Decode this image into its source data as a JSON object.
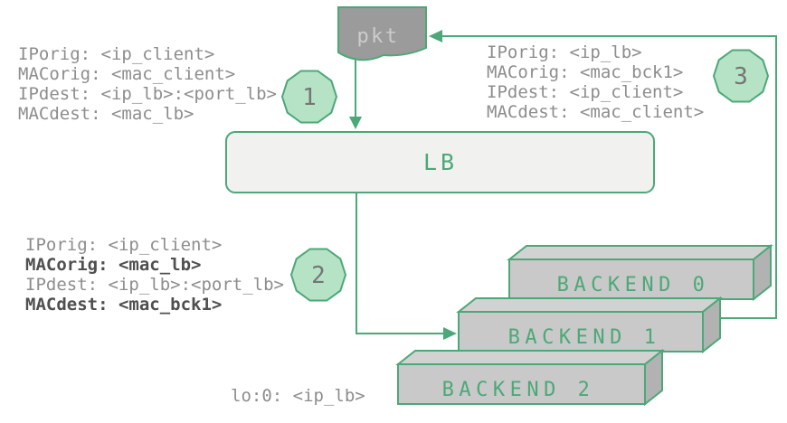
{
  "pkt": {
    "label": "pkt"
  },
  "lb": {
    "label": "LB"
  },
  "badges": {
    "step1": "1",
    "step2": "2",
    "step3": "3"
  },
  "blocks": {
    "step1": {
      "line1": "IPorig: <ip_client>",
      "line2": "MACorig: <mac_client>",
      "line3": "IPdest: <ip_lb>:<port_lb>",
      "line4": "MACdest: <mac_lb>"
    },
    "step2": {
      "line1": "IPorig: <ip_client>",
      "line2": "MACorig: <mac_lb>",
      "line3": "IPdest: <ip_lb>:<port_lb>",
      "line4": "MACdest: <mac_bck1>"
    },
    "step3": {
      "line1": "IPorig: <ip_lb>",
      "line2": "MACorig: <mac_bck1>",
      "line3": "IPdest: <ip_client>",
      "line4": "MACdest: <mac_client>"
    }
  },
  "backends": {
    "backend0": "BACKEND 0",
    "backend1": "BACKEND 1",
    "backend2": "BACKEND 2"
  },
  "loopback": {
    "label": "lo:0: <ip_lb>"
  },
  "colors": {
    "accent_green": "#4ca878",
    "badge_fill": "#b6e3c6",
    "pkt_fill": "#9b9b9b",
    "pkt_text": "#cccccc",
    "lb_fill": "#f1f1ef",
    "backend_front": "#c9c9c9",
    "backend_top": "#d2d2d2",
    "backend_right": "#b2b2b2",
    "field_text": "#8d8d8d",
    "field_text_bold": "#4f4f4f",
    "badge_number": "#757575"
  }
}
